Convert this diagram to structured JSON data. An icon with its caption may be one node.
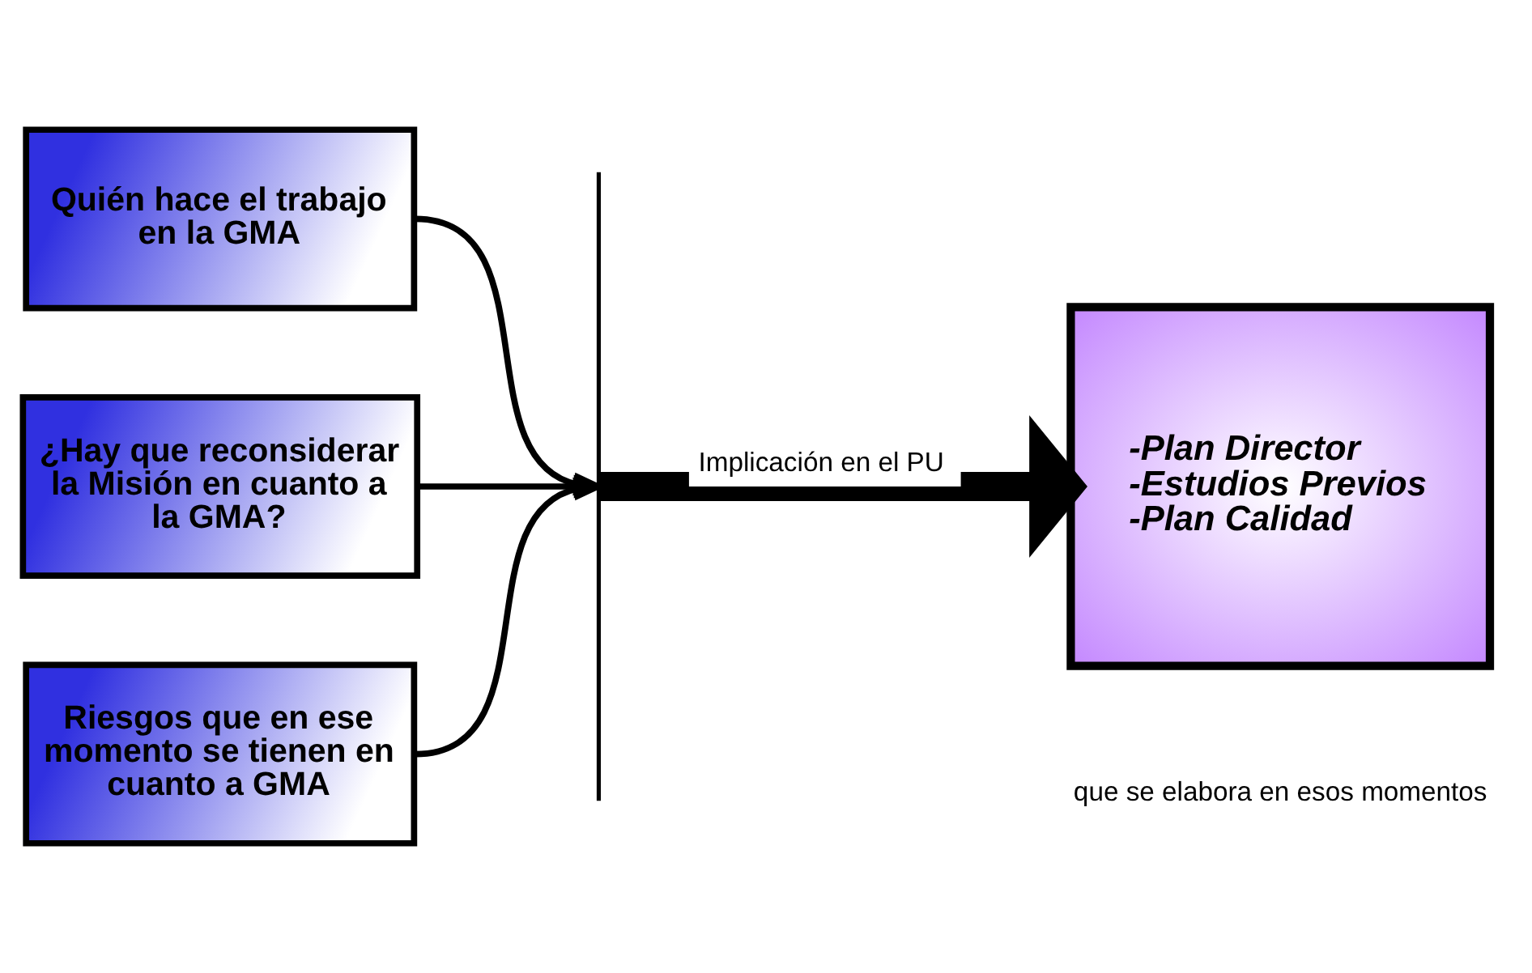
{
  "diagram": {
    "nodes": [
      {
        "text": [
          "Quién hace el trabajo en la GMA"
        ]
      },
      {
        "text": [
          "¿Hay que reconsiderar la Misión en cuanto a la GMA?"
        ]
      },
      {
        "text": [
          "Riesgos que en ese momento se tienen en cuanto a GMA"
        ]
      },
      {
        "text": [],
        "shape": "bar"
      },
      {
        "text": [
          "-Plan Director",
          "-Estudios Previos",
          "-Plan Calidad"
        ]
      }
    ],
    "edges": [
      {
        "from": 0,
        "to": 3,
        "arrow": "to"
      },
      {
        "from": 1,
        "to": 3,
        "arrow": "to"
      },
      {
        "from": 2,
        "to": 3,
        "arrow": "to"
      },
      {
        "from": 3,
        "to": 4,
        "arrow": "to",
        "label": "Implicación en el PU",
        "style": "thick"
      }
    ],
    "labels": [
      "que se elabora en esos momentos"
    ]
  }
}
